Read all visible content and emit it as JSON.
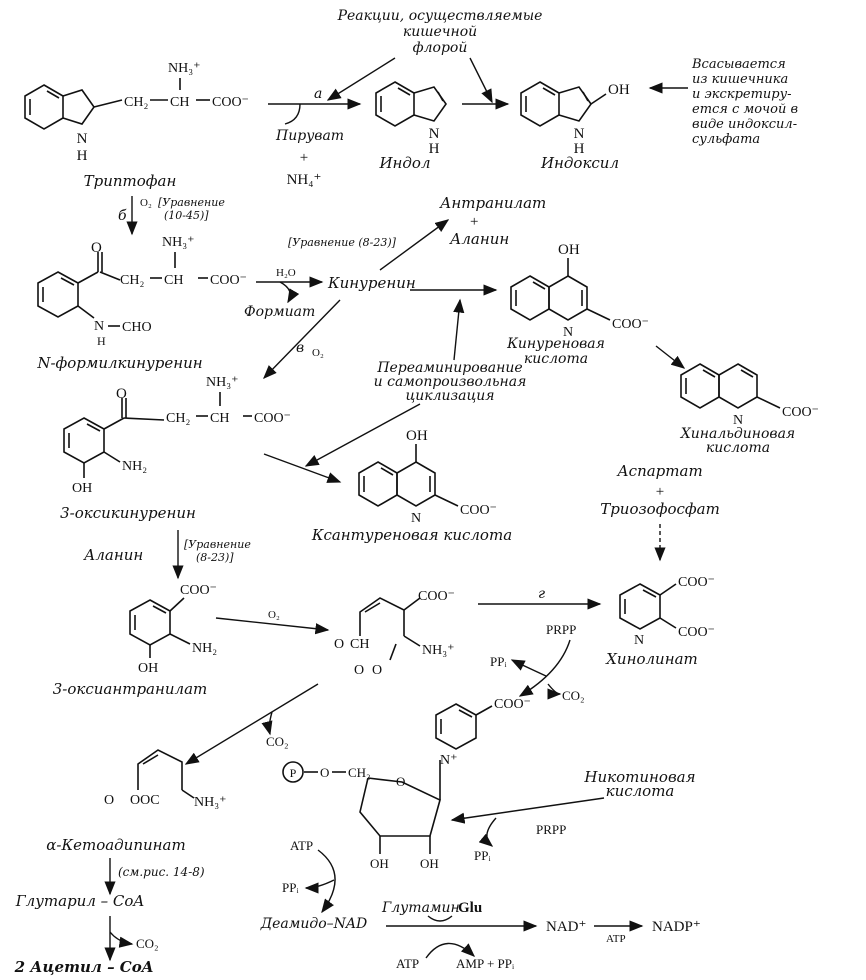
{
  "colors": {
    "ink": "#111111",
    "background": "#ffffff"
  },
  "header": {
    "flora_note": [
      "Реакции, осуществляемые",
      "кишечной",
      "флорой"
    ],
    "absorb_note": [
      "Всасывается",
      "из кишечника",
      "и экскретиру-",
      "ется с мочой в",
      "виде индоксил-",
      "сульфата"
    ]
  },
  "compounds": {
    "tryptophan": "Триптофан",
    "indole": "Индол",
    "indoxyl": "Индоксил",
    "n_formylkynurenine": "N-формилкинуренин",
    "kynurenine": "Кинуренин",
    "anthranilate": "Антранилат",
    "alanine": "Аланин",
    "kynurenic_acid": [
      "Кинуреновая",
      "кислота"
    ],
    "quinaldic_acid": [
      "Хинальдиновая",
      "кислота"
    ],
    "hydroxykynurenine": "3-оксикинуренин",
    "xanthurenic_acid": "Ксантуреновая кислота",
    "hydroxyanthranilate": "3-оксиантранилат",
    "aspartate": "Аспартат",
    "triose_phosphate": "Триозофосфат",
    "quinolinate": "Хинолинат",
    "ketoadipinate": "α-Кетоадипинат",
    "glutaryl_coa": "Глутарил – CoA",
    "acetyl_coa": "2 Ацетил – CoA",
    "nicotinic_acid": [
      "Никотиновая",
      "кислота"
    ],
    "deamido_nad": "Деамидо–NAD",
    "glutamine": "Глутамин",
    "glu": "Glu",
    "nad": "NAD⁺",
    "nadp": "NADP⁺"
  },
  "reagents": {
    "pyruvate": "Пируват",
    "plus": "+",
    "nh4": "NH₄⁺",
    "nh3": "NH₃⁺",
    "coo": "COO⁻",
    "cho": "CHO",
    "nh": "N",
    "h": "H",
    "oh": "OH",
    "nh2": "NH₂",
    "n": "N",
    "o": "O",
    "ch": "CH",
    "ch2": "CH₂",
    "o2": "O₂",
    "h2o": "H₂O",
    "formate": "Формиат",
    "co2": "CO₂",
    "prpp": "PRPP",
    "ppi": "PPᵢ",
    "atp": "ATP",
    "amp_ppi": "AMP + PPᵢ",
    "p": "P",
    "ooc": "OOC",
    "nplus": "N⁺"
  },
  "steps": {
    "a": "а",
    "b": "б",
    "v": "в",
    "g": "г",
    "eq_10_45": [
      "[Уравнение",
      "(10-45)]"
    ],
    "eq_8_23_top": "[Уравнение (8-23)]",
    "eq_8_23_mid": [
      "[Уравнение",
      "(8-23)]"
    ],
    "see_fig": "(см.рис. 14-8)",
    "transamination": [
      "Переаминирование",
      "и самопроизвольная",
      "циклизация"
    ]
  }
}
